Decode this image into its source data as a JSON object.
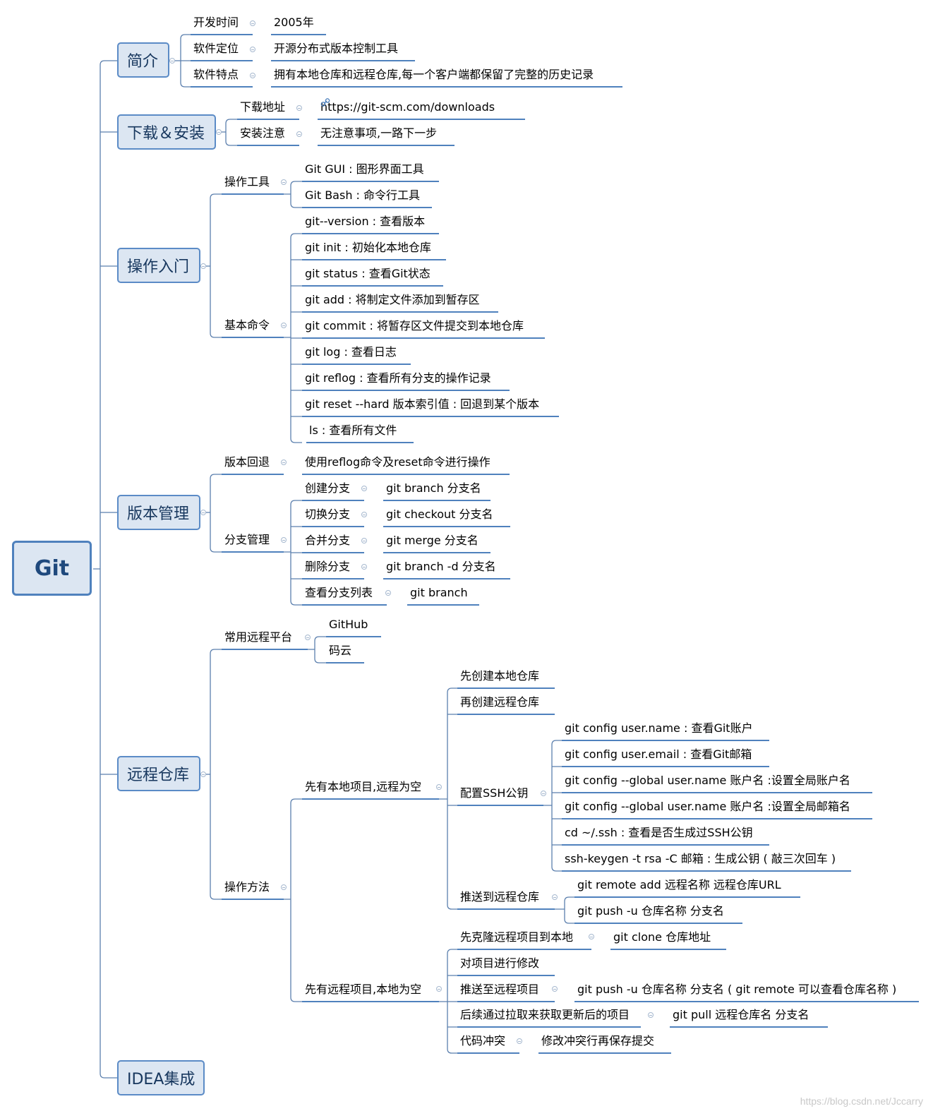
{
  "root": "Git",
  "branches": {
    "intro": {
      "label": "简介",
      "items": [
        {
          "k": "开发时间",
          "v": "2005年"
        },
        {
          "k": "软件定位",
          "v": "开源分布式版本控制工具"
        },
        {
          "k": "软件特点",
          "v": "拥有本地仓库和远程仓库,每一个客户端都保留了完整的历史记录"
        }
      ]
    },
    "install": {
      "label": "下载＆安装",
      "items": [
        {
          "k": "下载地址",
          "v": "https://git-scm.com/downloads"
        },
        {
          "k": "安装注意",
          "v": "无注意事项,一路下一步"
        }
      ]
    },
    "ops": {
      "label": "操作入门",
      "tools_label": "操作工具",
      "tools": [
        "Git GUI : 图形界面工具",
        "Git Bash : 命令行工具"
      ],
      "basic_label": "基本命令",
      "basic": [
        "git--version : 查看版本",
        "git init : 初始化本地仓库",
        "git status : 查看Git状态",
        "git add : 将制定文件添加到暂存区",
        "git commit : 将暂存区文件提交到本地仓库",
        "git log : 查看日志",
        "git reflog : 查看所有分支的操作记录",
        "git reset --hard 版本索引值 : 回退到某个版本",
        "ls : 查看所有文件"
      ]
    },
    "version": {
      "label": "版本管理",
      "rollback_label": "版本回退",
      "rollback_value": "使用reflog命令及reset命令进行操作",
      "branch_label": "分支管理",
      "branch_items": [
        {
          "k": "创建分支",
          "v": "git branch 分支名"
        },
        {
          "k": "切换分支",
          "v": "git  checkout 分支名"
        },
        {
          "k": "合并分支",
          "v": "git merge 分支名"
        },
        {
          "k": "删除分支",
          "v": "git branch -d 分支名"
        },
        {
          "k": "查看分支列表",
          "v": "git branch"
        }
      ]
    },
    "remote": {
      "label": "远程仓库",
      "platform_label": "常用远程平台",
      "platforms": [
        "GitHub",
        "码云"
      ],
      "method_label": "操作方法",
      "local_first": {
        "label": "先有本地项目,远程为空",
        "steps": [
          "先创建本地仓库",
          "再创建远程仓库"
        ],
        "ssh_label": "配置SSH公钥",
        "ssh_items": [
          "git config user.name : 查看Git账户",
          "git config user.email : 查看Git邮箱",
          "git config --global user.name 账户名 :设置全局账户名",
          "git config --global user.name 账户名 :设置全局邮箱名",
          "cd ~/.ssh : 查看是否生成过SSH公钥",
          "ssh-keygen -t rsa -C 邮箱 : 生成公钥 ( 敲三次回车 )"
        ],
        "push_label": "推送到远程仓库",
        "push_items": [
          "git remote add 远程名称 远程仓库URL",
          "git push -u 仓库名称 分支名"
        ]
      },
      "remote_first": {
        "label": "先有远程项目,本地为空",
        "clone_label": "先克隆远程项目到本地",
        "clone_value": "git clone 仓库地址",
        "modify_label": "对项目进行修改",
        "push_label": "推送至远程项目",
        "push_value": "git push -u 仓库名称 分支名 ( git remote 可以查看仓库名称 )",
        "pull_label": "后续通过拉取来获取更新后的项目",
        "pull_value": "git pull 远程仓库名 分支名",
        "conflict_label": "代码冲突",
        "conflict_value": "修改冲突行再保存提交"
      }
    },
    "idea": {
      "label": "IDEA集成"
    }
  },
  "watermark": "https://blog.csdn.net/Jccarry"
}
